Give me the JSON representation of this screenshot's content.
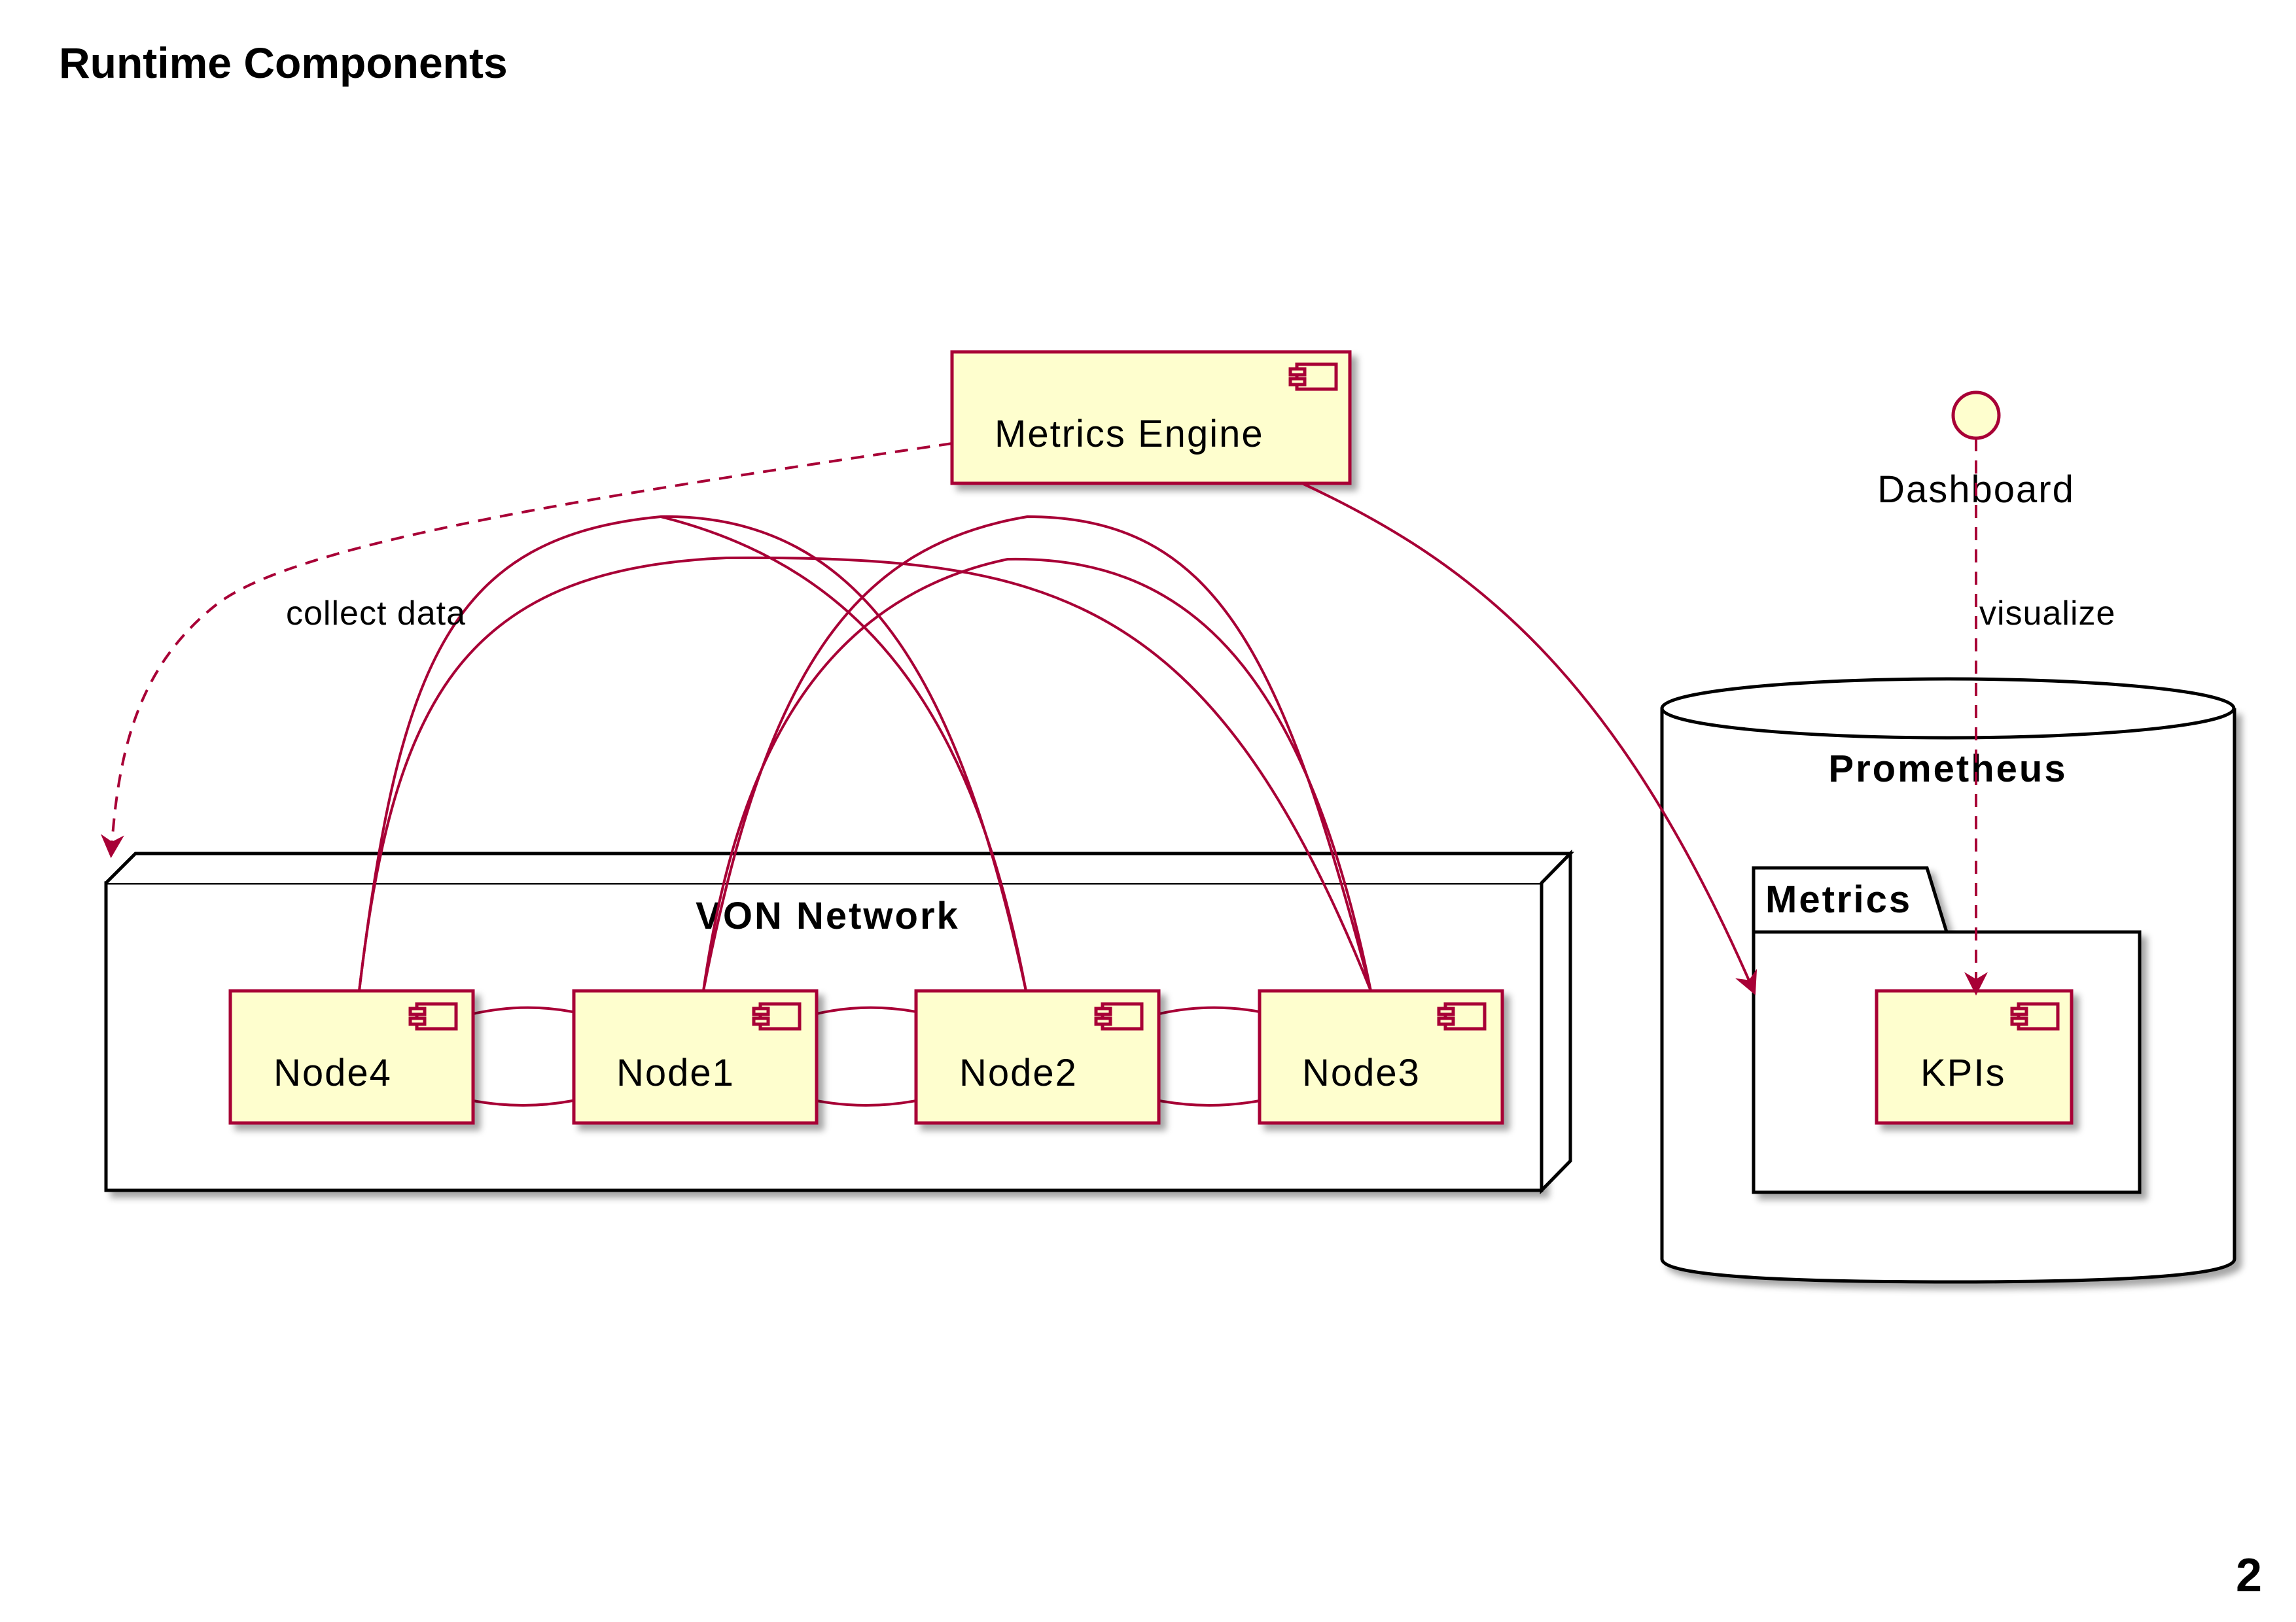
{
  "title": "Runtime Components",
  "page_number": "2",
  "colors": {
    "component_fill": "#FEFECE",
    "component_border": "#A80036",
    "edge": "#A80036",
    "container_border": "#000000"
  },
  "components": {
    "metrics_engine": "Metrics Engine",
    "node4": "Node4",
    "node1": "Node1",
    "node2": "Node2",
    "node3": "Node3",
    "kpis": "KPIs"
  },
  "containers": {
    "von_network": "VON Network",
    "prometheus": "Prometheus",
    "metrics_package": "Metrics"
  },
  "interface": {
    "dashboard": "Dashboard"
  },
  "edges": {
    "collect_data": "collect data",
    "visualize": "visualize"
  },
  "icons": {
    "component": "uml-component-icon",
    "interface": "interface-circle-icon"
  }
}
